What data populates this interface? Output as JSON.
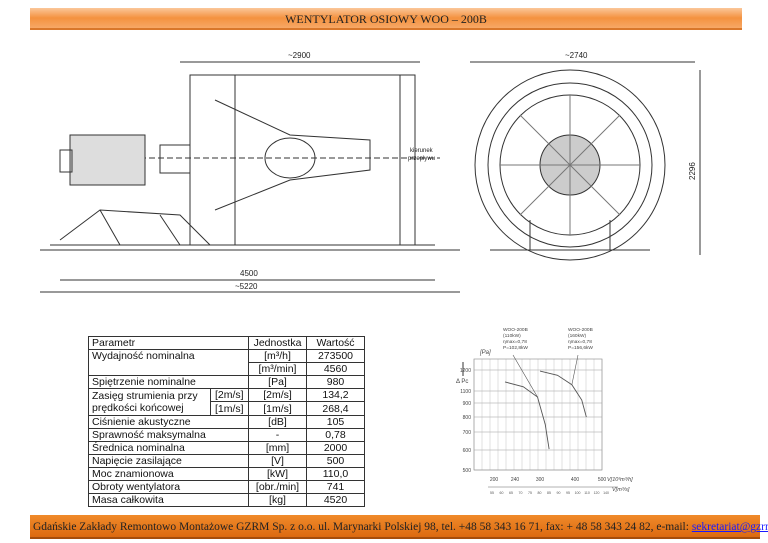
{
  "header": {
    "title": "WENTYLATOR OSIOWY WOO – 200B"
  },
  "drawing": {
    "dim_side_length": "~2900",
    "dim_front_width": "~2740",
    "dim_height": "2296",
    "dim_base": "4500",
    "dim_total": "~5220",
    "flow_label_1": "kierunek",
    "flow_label_2": "przepływu"
  },
  "table": {
    "headers": [
      "Parametr",
      "Jednostka",
      "Wartość"
    ],
    "rows": [
      {
        "param": "Wydajność nominalna",
        "unit": "[m³/h]",
        "value": "273500"
      },
      {
        "param": "",
        "unit": "[m³/min]",
        "value": "4560"
      },
      {
        "param": "Spiętrzenie nominalne",
        "unit": "[Pa]",
        "value": "980"
      },
      {
        "param": "Zasięg strumienia przy",
        "sub": "[2m/s]",
        "unit": "[2m/s]",
        "value": "134,2"
      },
      {
        "param": "prędkości końcowej",
        "sub": "[1m/s]",
        "unit": "[1m/s]",
        "value": "268,4"
      },
      {
        "param": "Ciśnienie akustyczne",
        "unit": "[dB]",
        "value": "105"
      },
      {
        "param": "Sprawność maksymalna",
        "unit": "-",
        "value": "0,78"
      },
      {
        "param": "Średnica nominalna",
        "unit": "[mm]",
        "value": "2000"
      },
      {
        "param": "Napięcie zasilające",
        "unit": "[V]",
        "value": "500"
      },
      {
        "param": "Moc znamionowa",
        "unit": "[kW]",
        "value": "110,0"
      },
      {
        "param": "Obroty wentylatora",
        "unit": "[obr./min]",
        "value": "741"
      },
      {
        "param": "Masa całkowita",
        "unit": "[kg]",
        "value": "4520"
      }
    ]
  },
  "chart_data": {
    "type": "line",
    "ylabel": "Δ Pc",
    "yunit": "[Pa]",
    "xlabel": "V[10³m³/h]",
    "xlabel2": "V[m³/s]",
    "yticks": [
      "1200",
      "1100",
      "900",
      "800",
      "700",
      "600",
      "500"
    ],
    "xticks": [
      "200",
      "240",
      "300",
      "400",
      "500"
    ],
    "xticks2": [
      "55",
      "60",
      "65",
      "70",
      "75",
      "80",
      "85",
      "90",
      "95",
      "100",
      "110",
      "120",
      "140"
    ],
    "series": [
      {
        "name": "WOO-200B (110kW)",
        "lines": [
          "WOO-200B",
          "(110kW)",
          "ηmax=0,78",
          "P=102,8kW"
        ],
        "x": [
          221,
          260,
          294,
          315,
          326
        ],
        "y": [
          1143,
          1120,
          1000,
          750,
          605
        ]
      },
      {
        "name": "WOO-200B (160kW)",
        "lines": [
          "WOO-200B",
          "(160kW)",
          "ηmax=0,78",
          "P=156,6kW"
        ],
        "x": [
          300,
          350,
          391,
          425,
          442
        ],
        "y": [
          1195,
          1175,
          1130,
          950,
          800
        ]
      }
    ]
  },
  "footer": {
    "text": "Gdańskie Zakłady Remontowo Montażowe GZRM Sp. z o.o. ul. Marynarki Polskiej 98, tel. +48 58 343 16 71, fax: + 48 58 343 24 82, e-mail: ",
    "email": "sekretariat@gzrm.pl"
  }
}
